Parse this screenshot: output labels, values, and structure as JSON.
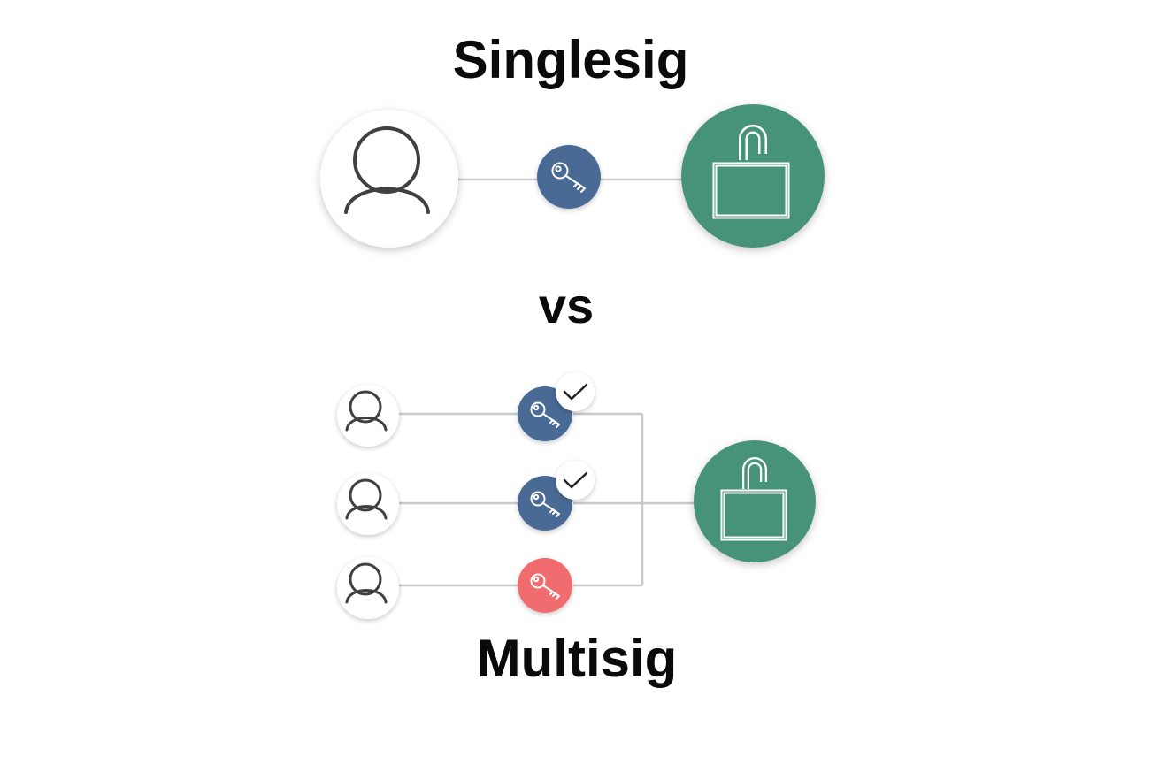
{
  "headings": {
    "top": "Singlesig",
    "middle": "vs",
    "bottom": "Multisig"
  },
  "colors": {
    "key_blue": "#4a6b94",
    "key_red": "#f16c6e",
    "lock_green": "#46937a",
    "line_gray": "#c9c9c9",
    "icon_stroke": "#404040",
    "text": "#0a0a0a"
  },
  "singlesig": {
    "user_icon": "user-icon",
    "key_icon": "key-icon",
    "lock_icon": "unlocked-padlock-icon"
  },
  "multisig": {
    "signers": [
      {
        "user_icon": "user-icon",
        "key_icon": "key-icon",
        "key_status": "signed",
        "check_icon": "checkmark-icon"
      },
      {
        "user_icon": "user-icon",
        "key_icon": "key-icon",
        "key_status": "signed",
        "check_icon": "checkmark-icon"
      },
      {
        "user_icon": "user-icon",
        "key_icon": "key-icon",
        "key_status": "unsigned"
      }
    ],
    "lock_icon": "unlocked-padlock-icon"
  }
}
